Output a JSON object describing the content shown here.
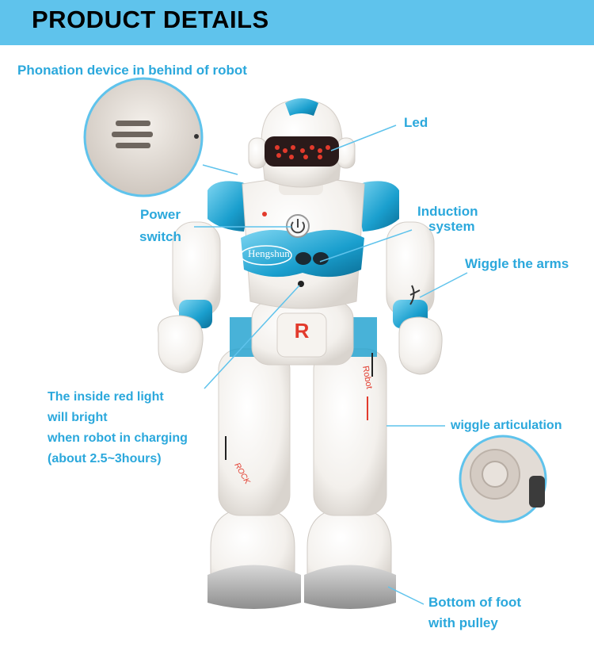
{
  "header": {
    "title": "PRODUCT DETAILS"
  },
  "labels": {
    "phonation": "Phonation device  in behind of robot",
    "led": "Led",
    "power_line1": "Power",
    "power_line2": "switch",
    "induction_line1": "Induction",
    "induction_line2": "system",
    "wiggle_arms": "Wiggle the arms",
    "charging_line1": "The inside red light",
    "charging_line2": "will bright",
    "charging_line3": "when robot in charging",
    "charging_line4": "(about 2.5~3hours)",
    "wiggle_articulation": "wiggle articulation",
    "foot_line1": "Bottom of foot",
    "foot_line2": "with pulley"
  },
  "robot": {
    "brand": "Hengshun",
    "chest_letter": "R",
    "leg_text_right": "Robot",
    "leg_text_left": "ROCK"
  },
  "colors": {
    "header_bg": "#5fc3ec",
    "label_text": "#2ba8dc",
    "robot_accent": "#1a9fce",
    "led_red": "#e23a2c"
  }
}
